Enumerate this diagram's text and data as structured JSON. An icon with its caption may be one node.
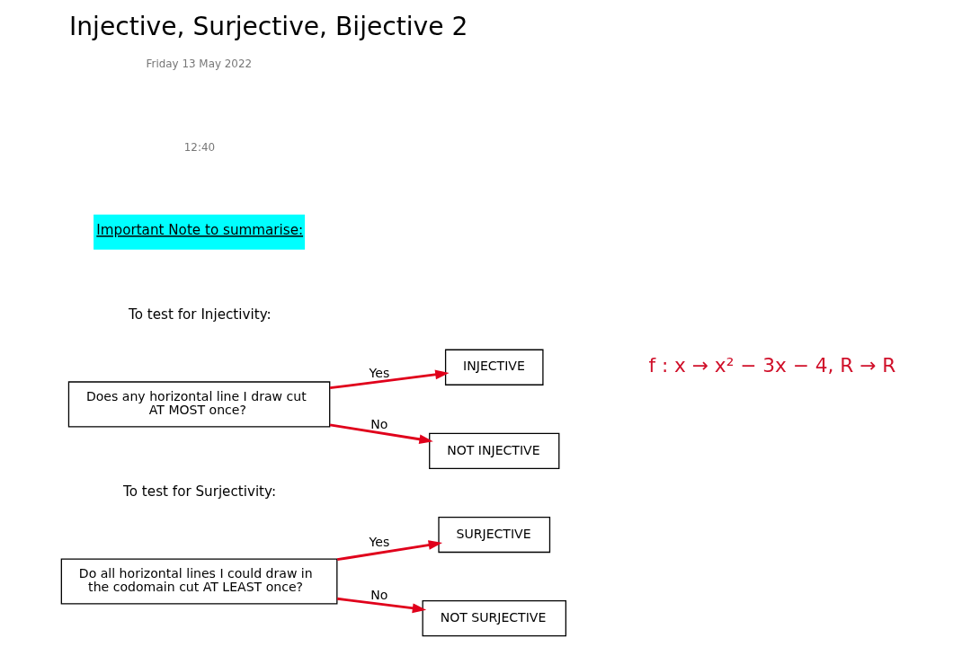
{
  "diagram": {
    "title": "Injective, Surjective, Bijective 2",
    "nodes": [
      {
        "text": [
          "Does any horizontal line I draw cut AT MOST once?"
        ]
      },
      {
        "text": [
          "INJECTIVE"
        ]
      },
      {
        "text": [
          "NOT INJECTIVE"
        ]
      },
      {
        "text": [
          "Do all horizontal lines I could draw in the codomain cut AT LEAST once?"
        ]
      },
      {
        "text": [
          "SURJECTIVE"
        ]
      },
      {
        "text": [
          "NOT SURJECTIVE"
        ]
      }
    ],
    "edges": [
      {
        "from": 0,
        "to": 1,
        "arrow": "to",
        "label": "Yes"
      },
      {
        "from": 0,
        "to": 2,
        "arrow": "to",
        "label": "No"
      },
      {
        "from": 3,
        "to": 4,
        "arrow": "to",
        "label": "Yes"
      },
      {
        "from": 3,
        "to": 5,
        "arrow": "to",
        "label": "No"
      }
    ],
    "labels": [
      "Friday 13 May 2022",
      "12:40",
      "Important Note to summarise:",
      "To test for Injectivity:",
      "To test for Surjectivity:",
      "f : x → x² − 3x − 4, R → R"
    ]
  }
}
